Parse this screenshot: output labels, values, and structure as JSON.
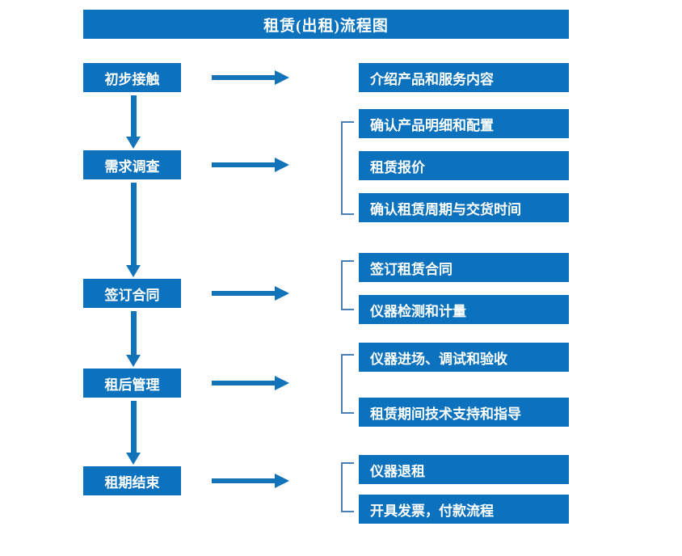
{
  "title": "租赁(出租)流程图",
  "colors": {
    "box_blue": "#0C72BE",
    "arrow_blue": "#1273B8",
    "bracket_blue": "#4A7FB5",
    "text_white": "#FFFFFF",
    "background": "#FFFFFF"
  },
  "stages": [
    {
      "id": "stage-1",
      "label": "初步接触"
    },
    {
      "id": "stage-2",
      "label": "需求调查"
    },
    {
      "id": "stage-3",
      "label": "签订合同"
    },
    {
      "id": "stage-4",
      "label": "租后管理"
    },
    {
      "id": "stage-5",
      "label": "租期结束"
    }
  ],
  "details": [
    {
      "id": "detail-1",
      "label": "介绍产品和服务内容",
      "group": 1
    },
    {
      "id": "detail-2",
      "label": "确认产品明细和配置",
      "group": 2
    },
    {
      "id": "detail-3",
      "label": "租赁报价",
      "group": 2
    },
    {
      "id": "detail-4",
      "label": "确认租赁周期与交货时间",
      "group": 2
    },
    {
      "id": "detail-5",
      "label": "签订租赁合同",
      "group": 3
    },
    {
      "id": "detail-6",
      "label": "仪器检测和计量",
      "group": 3
    },
    {
      "id": "detail-7",
      "label": "仪器进场、调试和验收",
      "group": 4
    },
    {
      "id": "detail-8",
      "label": "租赁期间技术支持和指导",
      "group": 4
    },
    {
      "id": "detail-9",
      "label": "仪器退租",
      "group": 5
    },
    {
      "id": "detail-10",
      "label": "开具发票，付款流程",
      "group": 5
    }
  ],
  "flow": {
    "stage_to_detail_arrows": 5,
    "stage_to_stage_arrows": 4,
    "group_brackets": 4
  }
}
